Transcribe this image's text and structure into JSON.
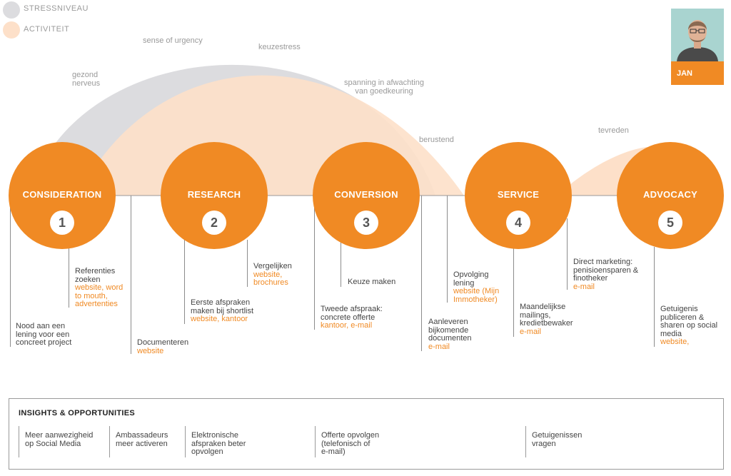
{
  "legend": {
    "stress": {
      "label": "STRESSNIVEAU",
      "color": "#dcdcdf"
    },
    "activity": {
      "label": "ACTIVITEIT",
      "color": "#fde0c9"
    }
  },
  "emotions": {
    "gezond_nervous_1": "gezond",
    "gezond_nervous_2": "nerveus",
    "urgency": "sense of urgency",
    "keuzestress": "keuzestress",
    "spanning_1": "spanning in afwachting",
    "spanning_2": "van goedkeuring",
    "berustend": "berustend",
    "tevreden": "tevreden"
  },
  "persona": {
    "name": "JAN",
    "icon": "person-photo-icon"
  },
  "phases": [
    {
      "title": "CONSIDERATION",
      "number": "1"
    },
    {
      "title": "RESEARCH",
      "number": "2"
    },
    {
      "title": "CONVERSION",
      "number": "3"
    },
    {
      "title": "SERVICE",
      "number": "4"
    },
    {
      "title": "ADVOCACY",
      "number": "5"
    }
  ],
  "touchpoints": {
    "nood": {
      "l1": "Nood aan een",
      "l2": "lening voor een",
      "l3": "concreet project"
    },
    "referenties": {
      "l1": "Referenties",
      "l2": "zoeken",
      "c1": "website, word",
      "c2": "to mouth,",
      "c3": "advertenties"
    },
    "documenteren": {
      "l1": "Documenteren",
      "c1": "website"
    },
    "eerste": {
      "l1": "Eerste afspraken",
      "l2": "maken bij shortlist",
      "c1": "website, kantoor"
    },
    "vergelijken": {
      "l1": "Vergelijken",
      "c1": "website,",
      "c2": "brochures"
    },
    "tweede": {
      "l1": "Tweede afspraak:",
      "l2": "concrete offerte",
      "c1": "kantoor, e-mail"
    },
    "keuze": {
      "l1": "Keuze maken"
    },
    "aanleveren": {
      "l1": "Aanleveren",
      "l2": "bijkomende",
      "l3": "documenten",
      "c1": "e-mail"
    },
    "opvolging": {
      "l1": "Opvolging",
      "l2": "lening",
      "c1": "website (Mijn",
      "c2": "Immotheker)"
    },
    "maandelijkse": {
      "l1": "Maandelijkse",
      "l2": "mailings,",
      "l3": "kredietbewaker",
      "c1": "e-mail"
    },
    "direct": {
      "l1": "Direct marketing:",
      "l2": "penisioensparen &",
      "l3": "finotheker",
      "c1": "e-mail"
    },
    "getuigenis": {
      "l1": "Getuigenis",
      "l2": "publiceren &",
      "l3": "sharen op social",
      "l4": "media",
      "c1": "website,"
    }
  },
  "insights": {
    "title": "INSIGHTS & OPPORTUNITIES",
    "items": [
      {
        "l1": "Meer aanwezigheid",
        "l2": "op Social Media",
        "l3": ""
      },
      {
        "l1": "Ambassadeurs",
        "l2": "meer activeren",
        "l3": ""
      },
      {
        "l1": "Elektronische",
        "l2": "afspraken beter",
        "l3": "opvolgen"
      },
      {
        "l1": "Offerte opvolgen",
        "l2": "(telefonisch of",
        "l3": "e-mail)"
      },
      {
        "l1": "Getuigenissen",
        "l2": "vragen",
        "l3": ""
      }
    ]
  },
  "colors": {
    "accent": "#f08a24",
    "stress": "#dcdcdf",
    "activity": "#fde0c9"
  }
}
